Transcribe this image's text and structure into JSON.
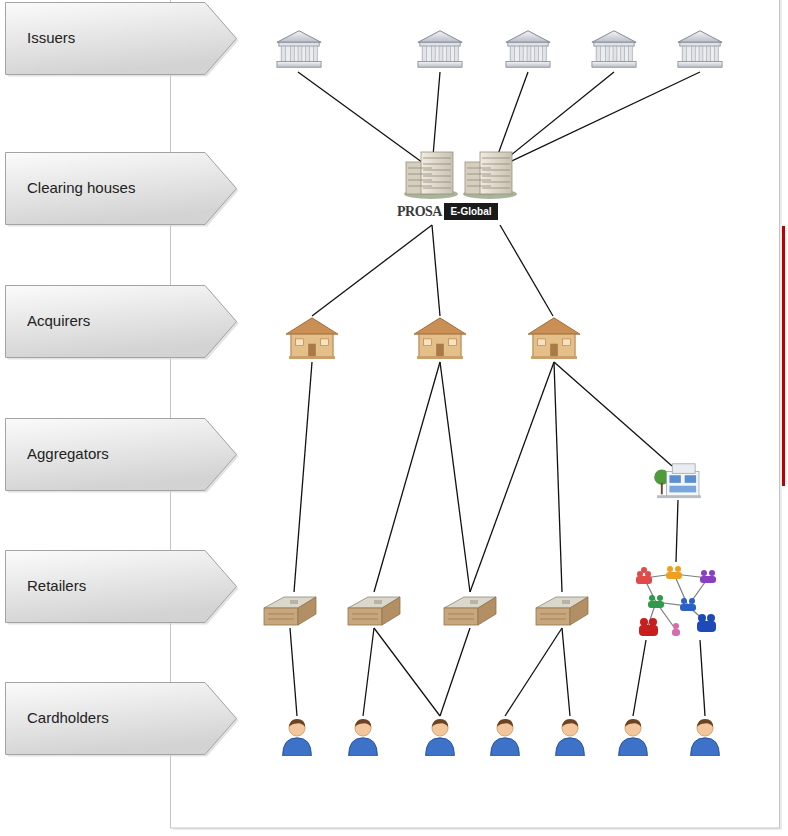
{
  "diagram": {
    "nodes": [
      {
        "text": [
          "Issuers"
        ]
      },
      {
        "text": [
          "Clearing houses"
        ]
      },
      {
        "text": [
          "PROSA"
        ]
      },
      {
        "text": [
          "E-Global"
        ]
      },
      {
        "text": [
          "Acquirers"
        ]
      },
      {
        "text": [
          "Aggregators"
        ]
      },
      {
        "text": [
          "Retailers"
        ]
      },
      {
        "text": [
          "Cardholders"
        ]
      }
    ]
  }
}
